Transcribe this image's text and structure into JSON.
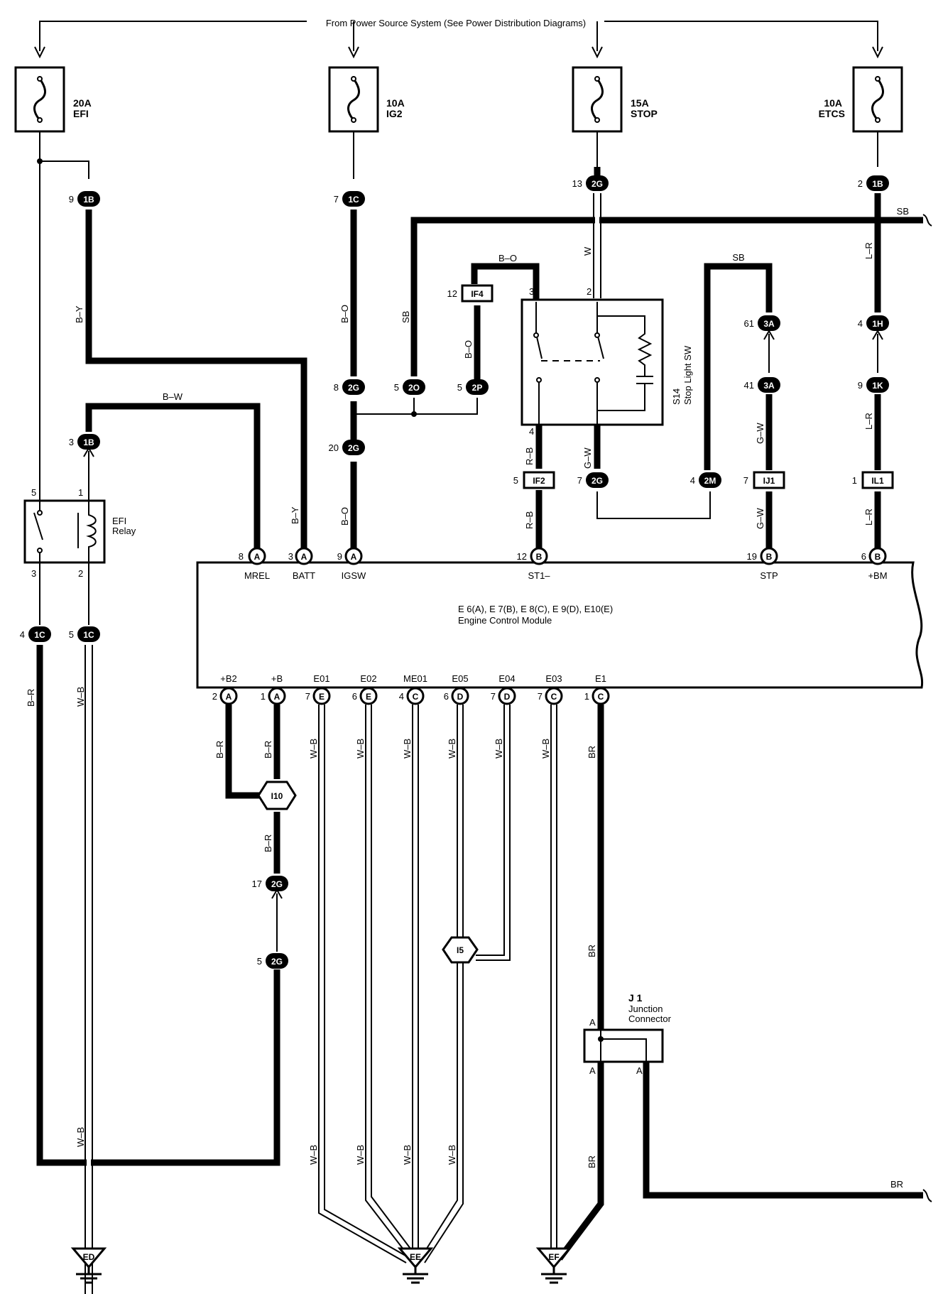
{
  "header": "From Power Source System (See Power Distribution Diagrams)",
  "fuses": [
    {
      "amp": "20A",
      "name": "EFI"
    },
    {
      "amp": "10A",
      "name": "IG2"
    },
    {
      "amp": "15A",
      "name": "STOP"
    },
    {
      "amp": "10A",
      "name": "ETCS"
    }
  ],
  "connectors": {
    "c1b_top": "1B",
    "c1c_top": "1C",
    "c2g_top": "2G",
    "c1b_right": "1B",
    "c2g_mid": "2G",
    "c2o": "2O",
    "c2p": "2P",
    "c2g_low": "2G",
    "if4": "IF4",
    "if2": "IF2",
    "c2g_stop": "2G",
    "c2m": "2M",
    "c3a_top": "3A",
    "c3a_low": "3A",
    "ij1": "IJ1",
    "c1h": "1H",
    "c1k": "1K",
    "il1": "IL1",
    "c1b_relay": "1B",
    "c1c_l1": "1C",
    "c1c_l2": "1C",
    "i10": "I10",
    "c2g_a": "2G",
    "c2g_b": "2G",
    "i5": "I5"
  },
  "pin_numbers": {
    "p9": "9",
    "p7": "7",
    "p13": "13",
    "p2": "2",
    "p8": "8",
    "p5a": "5",
    "p5b": "5",
    "p20": "20",
    "p12": "12",
    "p3sw": "3",
    "p2sw": "2",
    "p4sw": "4",
    "p61": "61",
    "p4r": "4",
    "p41": "41",
    "p9r": "9",
    "p5f": "5",
    "p7s": "7",
    "p4m": "4",
    "p7j": "7",
    "p1l": "1",
    "p3rel": "3",
    "p5rel": "5",
    "p1rel": "1",
    "p3relb": "3",
    "p2relb": "2",
    "p4l": "4",
    "p5l": "5",
    "p17": "17",
    "p5g": "5"
  },
  "wires": {
    "b_y": "B–Y",
    "b_w": "B–W",
    "b_o": "B–O",
    "sb": "SB",
    "w": "W",
    "l_r": "L–R",
    "r_b": "R–B",
    "g_w": "G–W",
    "b_r": "B–R",
    "w_b": "W–B",
    "br": "BR"
  },
  "relay": {
    "line1": "EFI",
    "line2": "Relay"
  },
  "switch": {
    "id": "S14",
    "name": "Stop Light SW"
  },
  "ecm": {
    "line1": "E 6(A), E 7(B), E 8(C), E 9(D), E10(E)",
    "line2": "Engine Control Module",
    "top_pins": [
      {
        "num": "8",
        "conn": "A",
        "term": "MREL"
      },
      {
        "num": "3",
        "conn": "A",
        "term": "BATT"
      },
      {
        "num": "9",
        "conn": "A",
        "term": "IGSW"
      },
      {
        "num": "12",
        "conn": "B",
        "term": "ST1–"
      },
      {
        "num": "19",
        "conn": "B",
        "term": "STP"
      },
      {
        "num": "6",
        "conn": "B",
        "term": "+BM"
      }
    ],
    "bottom_pins": [
      {
        "num": "2",
        "conn": "A",
        "term": "+B2"
      },
      {
        "num": "1",
        "conn": "A",
        "term": "+B"
      },
      {
        "num": "7",
        "conn": "E",
        "term": "E01"
      },
      {
        "num": "6",
        "conn": "E",
        "term": "E02"
      },
      {
        "num": "4",
        "conn": "C",
        "term": "ME01"
      },
      {
        "num": "6",
        "conn": "D",
        "term": "E05"
      },
      {
        "num": "7",
        "conn": "D",
        "term": "E04"
      },
      {
        "num": "7",
        "conn": "C",
        "term": "E03"
      },
      {
        "num": "1",
        "conn": "C",
        "term": "E1"
      }
    ]
  },
  "junction": {
    "id": "J 1",
    "line1": "Junction",
    "line2": "Connector",
    "pin": "A"
  },
  "grounds": {
    "ed": "ED",
    "ee": "EE",
    "ef": "EF"
  }
}
